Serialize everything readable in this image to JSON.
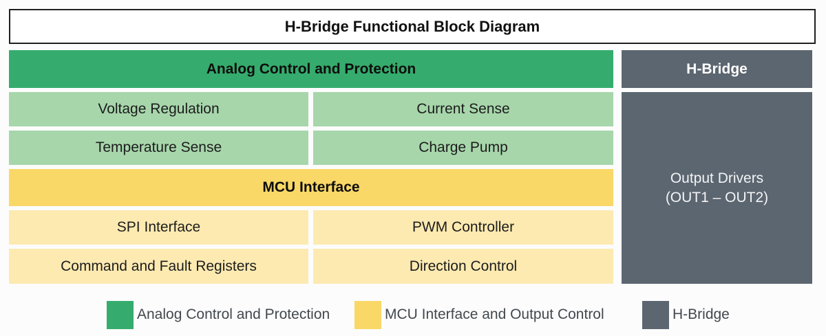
{
  "title": "H-Bridge Functional Block Diagram",
  "analog": {
    "header": "Analog Control and Protection",
    "blocks": [
      "Voltage Regulation",
      "Current Sense",
      "Temperature Sense",
      "Charge Pump"
    ]
  },
  "mcu": {
    "header": "MCU Interface",
    "blocks": [
      "SPI Interface",
      "PWM Controller",
      "Command and Fault Registers",
      "Direction Control"
    ]
  },
  "hbridge": {
    "header": "H-Bridge",
    "block_line1": "Output Drivers",
    "block_line2": "(OUT1 – OUT2)"
  },
  "legend": {
    "items": [
      {
        "label": "Analog Control and Protection",
        "color": "#35ac6d"
      },
      {
        "label": "MCU Interface and Output Control",
        "color": "#f9d867"
      },
      {
        "label": "H-Bridge",
        "color": "#5c6670"
      }
    ]
  },
  "colors": {
    "green_header": "#35ac6d",
    "green_light": "#a7d6ab",
    "yellow_header": "#f9d867",
    "yellow_light": "#fdeab1",
    "gray": "#5c6670"
  }
}
